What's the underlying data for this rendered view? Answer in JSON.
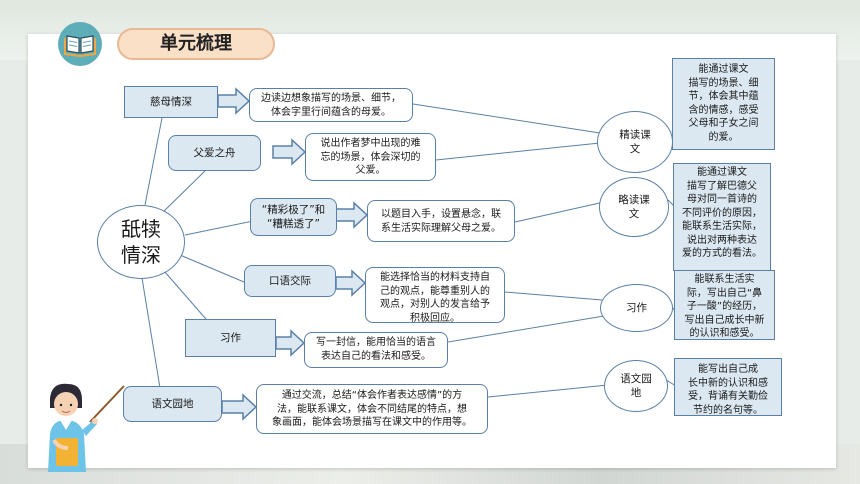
{
  "header": {
    "title": "单元梳理"
  },
  "center": {
    "label": "舐犊\n情深"
  },
  "branches": [
    {
      "label": "慈母情深",
      "desc": "边读边想象描写的场景、细节，\n体会字里行间蕴含的母爱。"
    },
    {
      "label": "父爱之舟",
      "desc": "说出作者梦中出现的难\n忘的场景，体会深切的\n父爱。"
    },
    {
      "label": "“精彩极了”和\n“糟糕透了”",
      "desc": "以题目入手，设置悬念，联\n系生活实际理解父母之爱。"
    },
    {
      "label": "口语交际",
      "desc": "能选择恰当的材料支持自\n己的观点，能尊重别人的\n观点，对别人的发言给予\n积极回应。"
    },
    {
      "label": "习作",
      "desc": "写一封信，能用恰当的语言\n表达自己的看法和感受。"
    },
    {
      "label": "语文园地",
      "desc": "通过交流，总结“体会作者表达感情”的方\n法，能联系课文，体会不同结尾的特点，想\n象画面，能体会场景描写在课文中的作用等。"
    }
  ],
  "categories": [
    {
      "label": "精读课\n文",
      "goal": "能通过课文\n描写的场景、细\n节，体会其中蕴\n含的情感，感受\n父母和子女之间\n的爱。"
    },
    {
      "label": "略读课\n文",
      "goal": "能通过课文\n描写了解巴德父\n母对同一首诗的\n不同评价的原因，\n能联系生活实际，\n说出对两种表达\n爱的方式的看法。"
    },
    {
      "label": "习作",
      "goal": "能联系生活实\n际，写出自己“鼻\n子一酸”的经历，\n写出自己成长中新\n的认识和感受。"
    },
    {
      "label": "语文园\n地",
      "goal": "能写出自己成\n长中新的认识和感\n受，背诵有关勤俭\n节约的名句等。"
    }
  ]
}
